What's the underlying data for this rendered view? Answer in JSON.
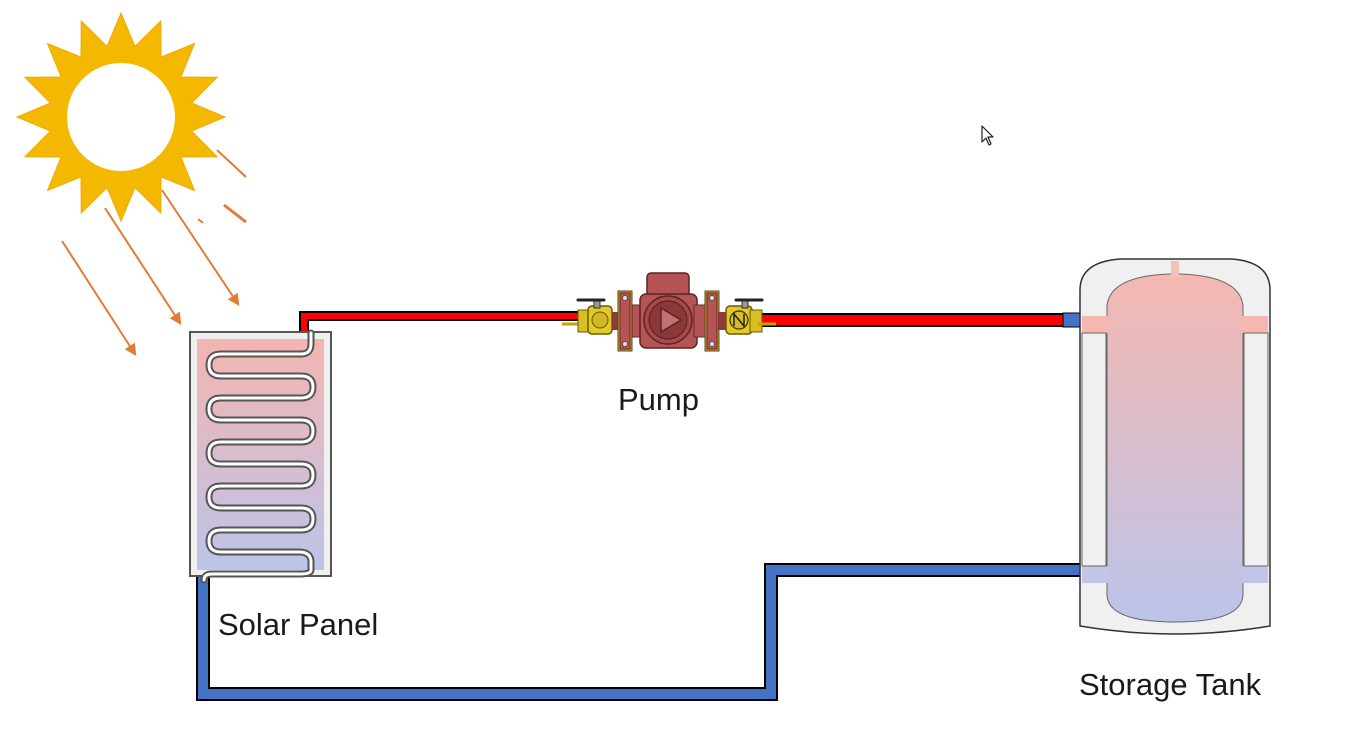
{
  "labels": {
    "pump": "Pump",
    "solar_panel": "Solar Panel",
    "storage_tank": "Storage Tank"
  },
  "icons": {
    "sun": "sun-icon",
    "pump": "circulator-pump-icon",
    "valve": "ball-valve-icon",
    "check_valve": "check-valve-icon",
    "cursor": "mouse-pointer-icon"
  },
  "colors": {
    "hot_pipe": "#ff0000",
    "cold_pipe": "#4472c4",
    "pipe_outline": "#000000",
    "sun": "#f5b800",
    "sun_rays": "#e07b39",
    "panel_hot": "#f4b5b0",
    "panel_cold": "#bcc4ea",
    "tank_shell": "#f0f0f0",
    "pump_body": "#b55454",
    "valve_brass": "#e2c92a"
  }
}
